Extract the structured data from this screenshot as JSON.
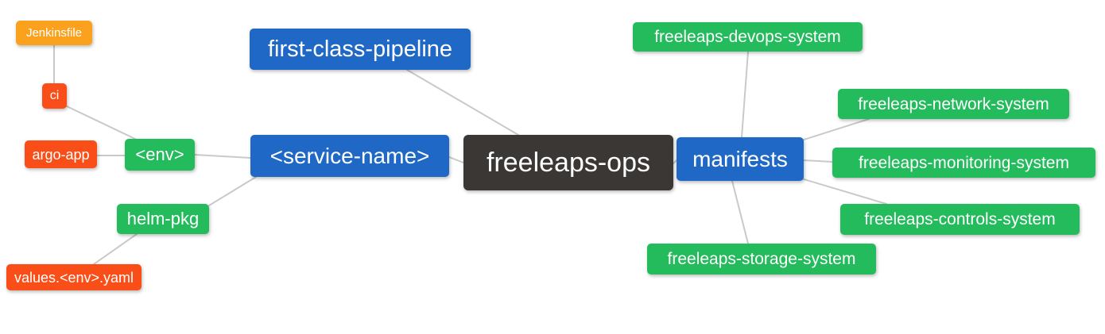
{
  "palette": {
    "blue": "#1F68C5",
    "green": "#23BB5C",
    "red": "#F94E17",
    "orange": "#FAA21E",
    "dark": "#3B3735",
    "edge": "#C9C9C9",
    "background": "#FFFFFF",
    "text": "#FFFFFF"
  },
  "diagram_type": "mindmap",
  "nodes": {
    "root": {
      "label": "freeleaps-ops",
      "color": "dark"
    },
    "first_class_pipeline": {
      "label": "first-class-pipeline",
      "color": "blue"
    },
    "service_name": {
      "label": "<service-name>",
      "color": "blue"
    },
    "manifests": {
      "label": "manifests",
      "color": "blue"
    },
    "env": {
      "label": "<env>",
      "color": "green"
    },
    "helm_pkg": {
      "label": "helm-pkg",
      "color": "green"
    },
    "jenkinsfile": {
      "label": "Jenkinsfile",
      "color": "orange"
    },
    "ci": {
      "label": "ci",
      "color": "red"
    },
    "argo_app": {
      "label": "argo-app",
      "color": "red"
    },
    "values_env_yaml": {
      "label": "values.<env>.yaml",
      "color": "red"
    },
    "devops_system": {
      "label": "freeleaps-devops-system",
      "color": "green"
    },
    "network_system": {
      "label": "freeleaps-network-system",
      "color": "green"
    },
    "monitoring_system": {
      "label": "freeleaps-monitoring-system",
      "color": "green"
    },
    "controls_system": {
      "label": "freeleaps-controls-system",
      "color": "green"
    },
    "storage_system": {
      "label": "freeleaps-storage-system",
      "color": "green"
    }
  },
  "edges": [
    {
      "from": "root",
      "to": "first_class_pipeline"
    },
    {
      "from": "root",
      "to": "service_name"
    },
    {
      "from": "root",
      "to": "manifests"
    },
    {
      "from": "service_name",
      "to": "env"
    },
    {
      "from": "service_name",
      "to": "helm_pkg"
    },
    {
      "from": "env",
      "to": "ci"
    },
    {
      "from": "env",
      "to": "argo_app"
    },
    {
      "from": "ci",
      "to": "jenkinsfile"
    },
    {
      "from": "helm_pkg",
      "to": "values_env_yaml"
    },
    {
      "from": "manifests",
      "to": "devops_system"
    },
    {
      "from": "manifests",
      "to": "network_system"
    },
    {
      "from": "manifests",
      "to": "monitoring_system"
    },
    {
      "from": "manifests",
      "to": "controls_system"
    },
    {
      "from": "manifests",
      "to": "storage_system"
    }
  ]
}
